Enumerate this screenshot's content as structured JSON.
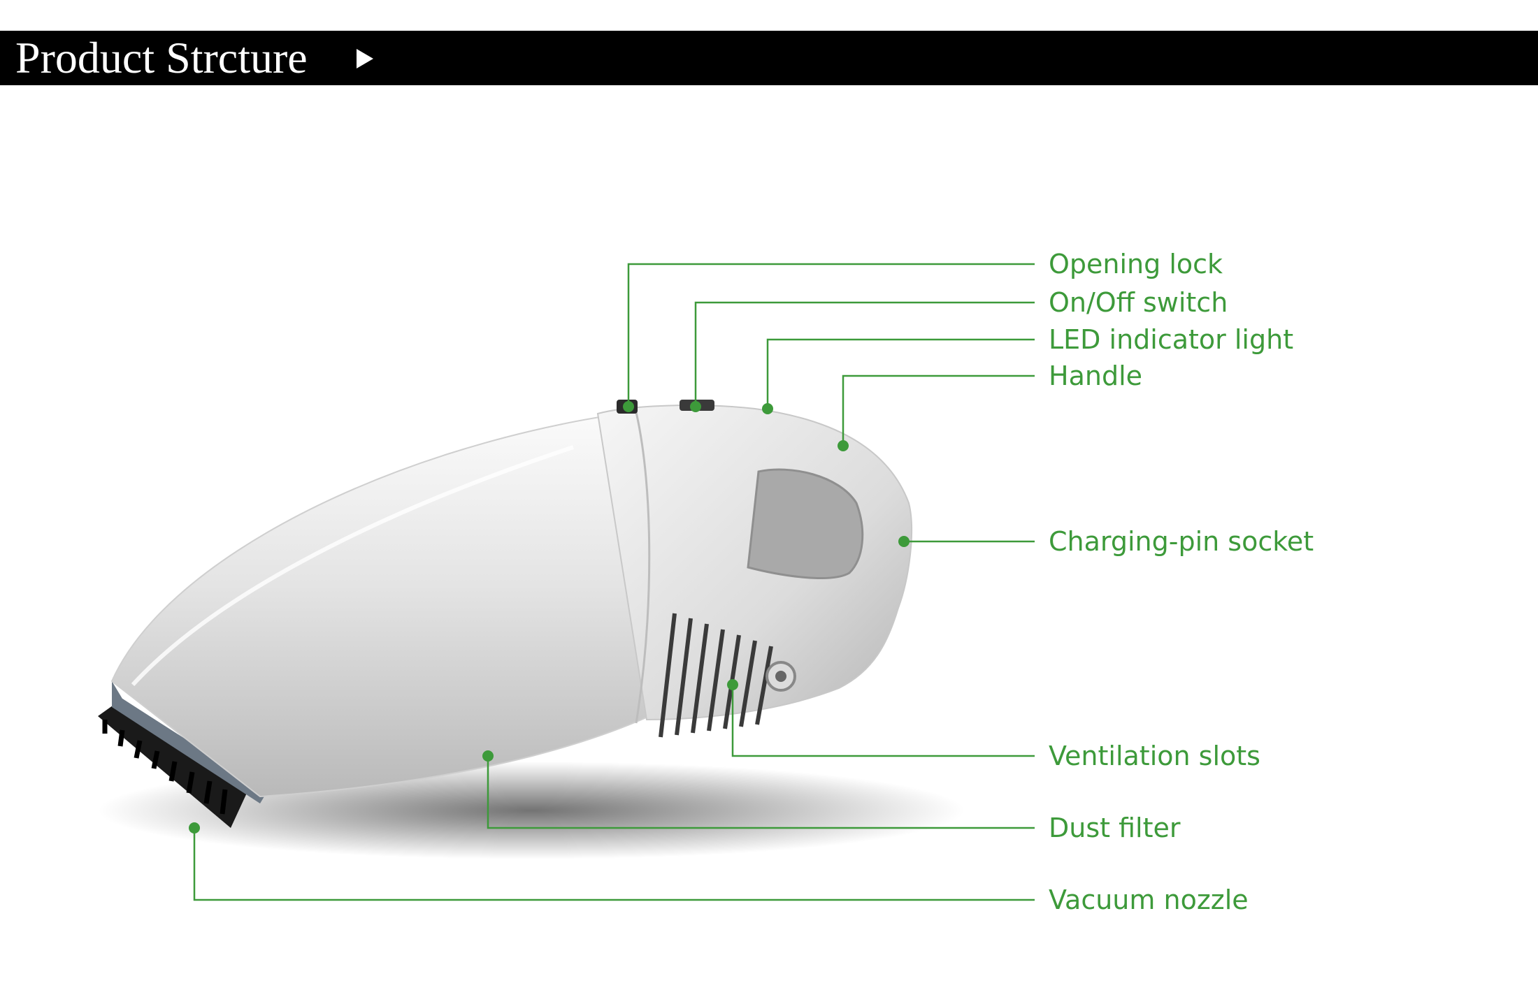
{
  "header": {
    "title": "Product Strcture"
  },
  "accent_color": "#3d9a3a",
  "callouts": [
    {
      "id": "opening-lock",
      "label": "Opening lock"
    },
    {
      "id": "on-off-switch",
      "label": "On/Off switch"
    },
    {
      "id": "led-indicator-light",
      "label": "LED indicator light"
    },
    {
      "id": "handle",
      "label": "Handle"
    },
    {
      "id": "charging-pin-socket",
      "label": "Charging-pin socket"
    },
    {
      "id": "ventilation-slots",
      "label": "Ventilation slots"
    },
    {
      "id": "dust-filter",
      "label": "Dust filter"
    },
    {
      "id": "vacuum-nozzle",
      "label": "Vacuum nozzle"
    }
  ]
}
